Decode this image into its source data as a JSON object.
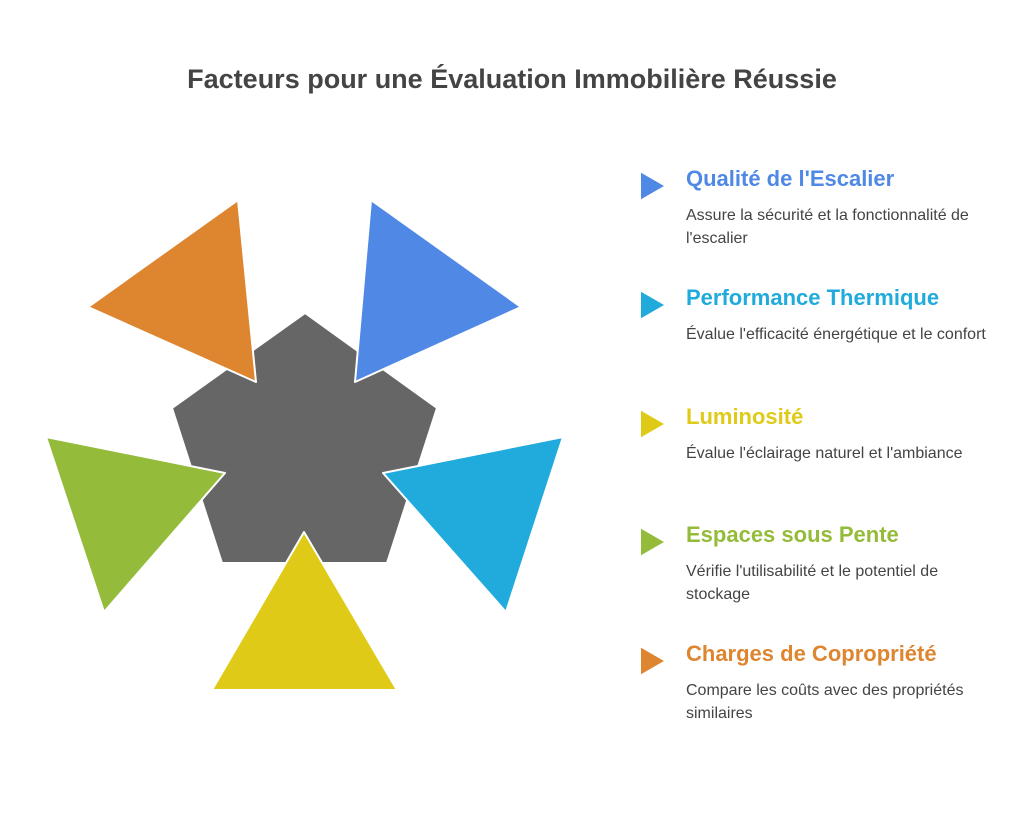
{
  "title": "Facteurs pour une Évaluation Immobilière Réussie",
  "center_color": "#666666",
  "items": [
    {
      "title": "Qualité de l'Escalier",
      "description": "Assure la sécurité et la fonctionnalité de l'escalier",
      "color": "#4f88e5",
      "icon": "triangle-right-icon"
    },
    {
      "title": "Performance Thermique",
      "description": "Évalue l'efficacité énergétique et le confort",
      "color": "#20abdc",
      "icon": "triangle-right-icon"
    },
    {
      "title": "Luminosité",
      "description": "Évalue l'éclairage naturel et l'ambiance",
      "color": "#dfcb17",
      "icon": "triangle-right-icon"
    },
    {
      "title": "Espaces sous Pente",
      "description": "Vérifie l'utilisabilité et le potentiel de stockage",
      "color": "#94bc3a",
      "icon": "triangle-right-icon"
    },
    {
      "title": "Charges de Copropriété",
      "description": "Compare les coûts avec des propriétés similaires",
      "color": "#de8530",
      "icon": "triangle-right-icon"
    }
  ]
}
